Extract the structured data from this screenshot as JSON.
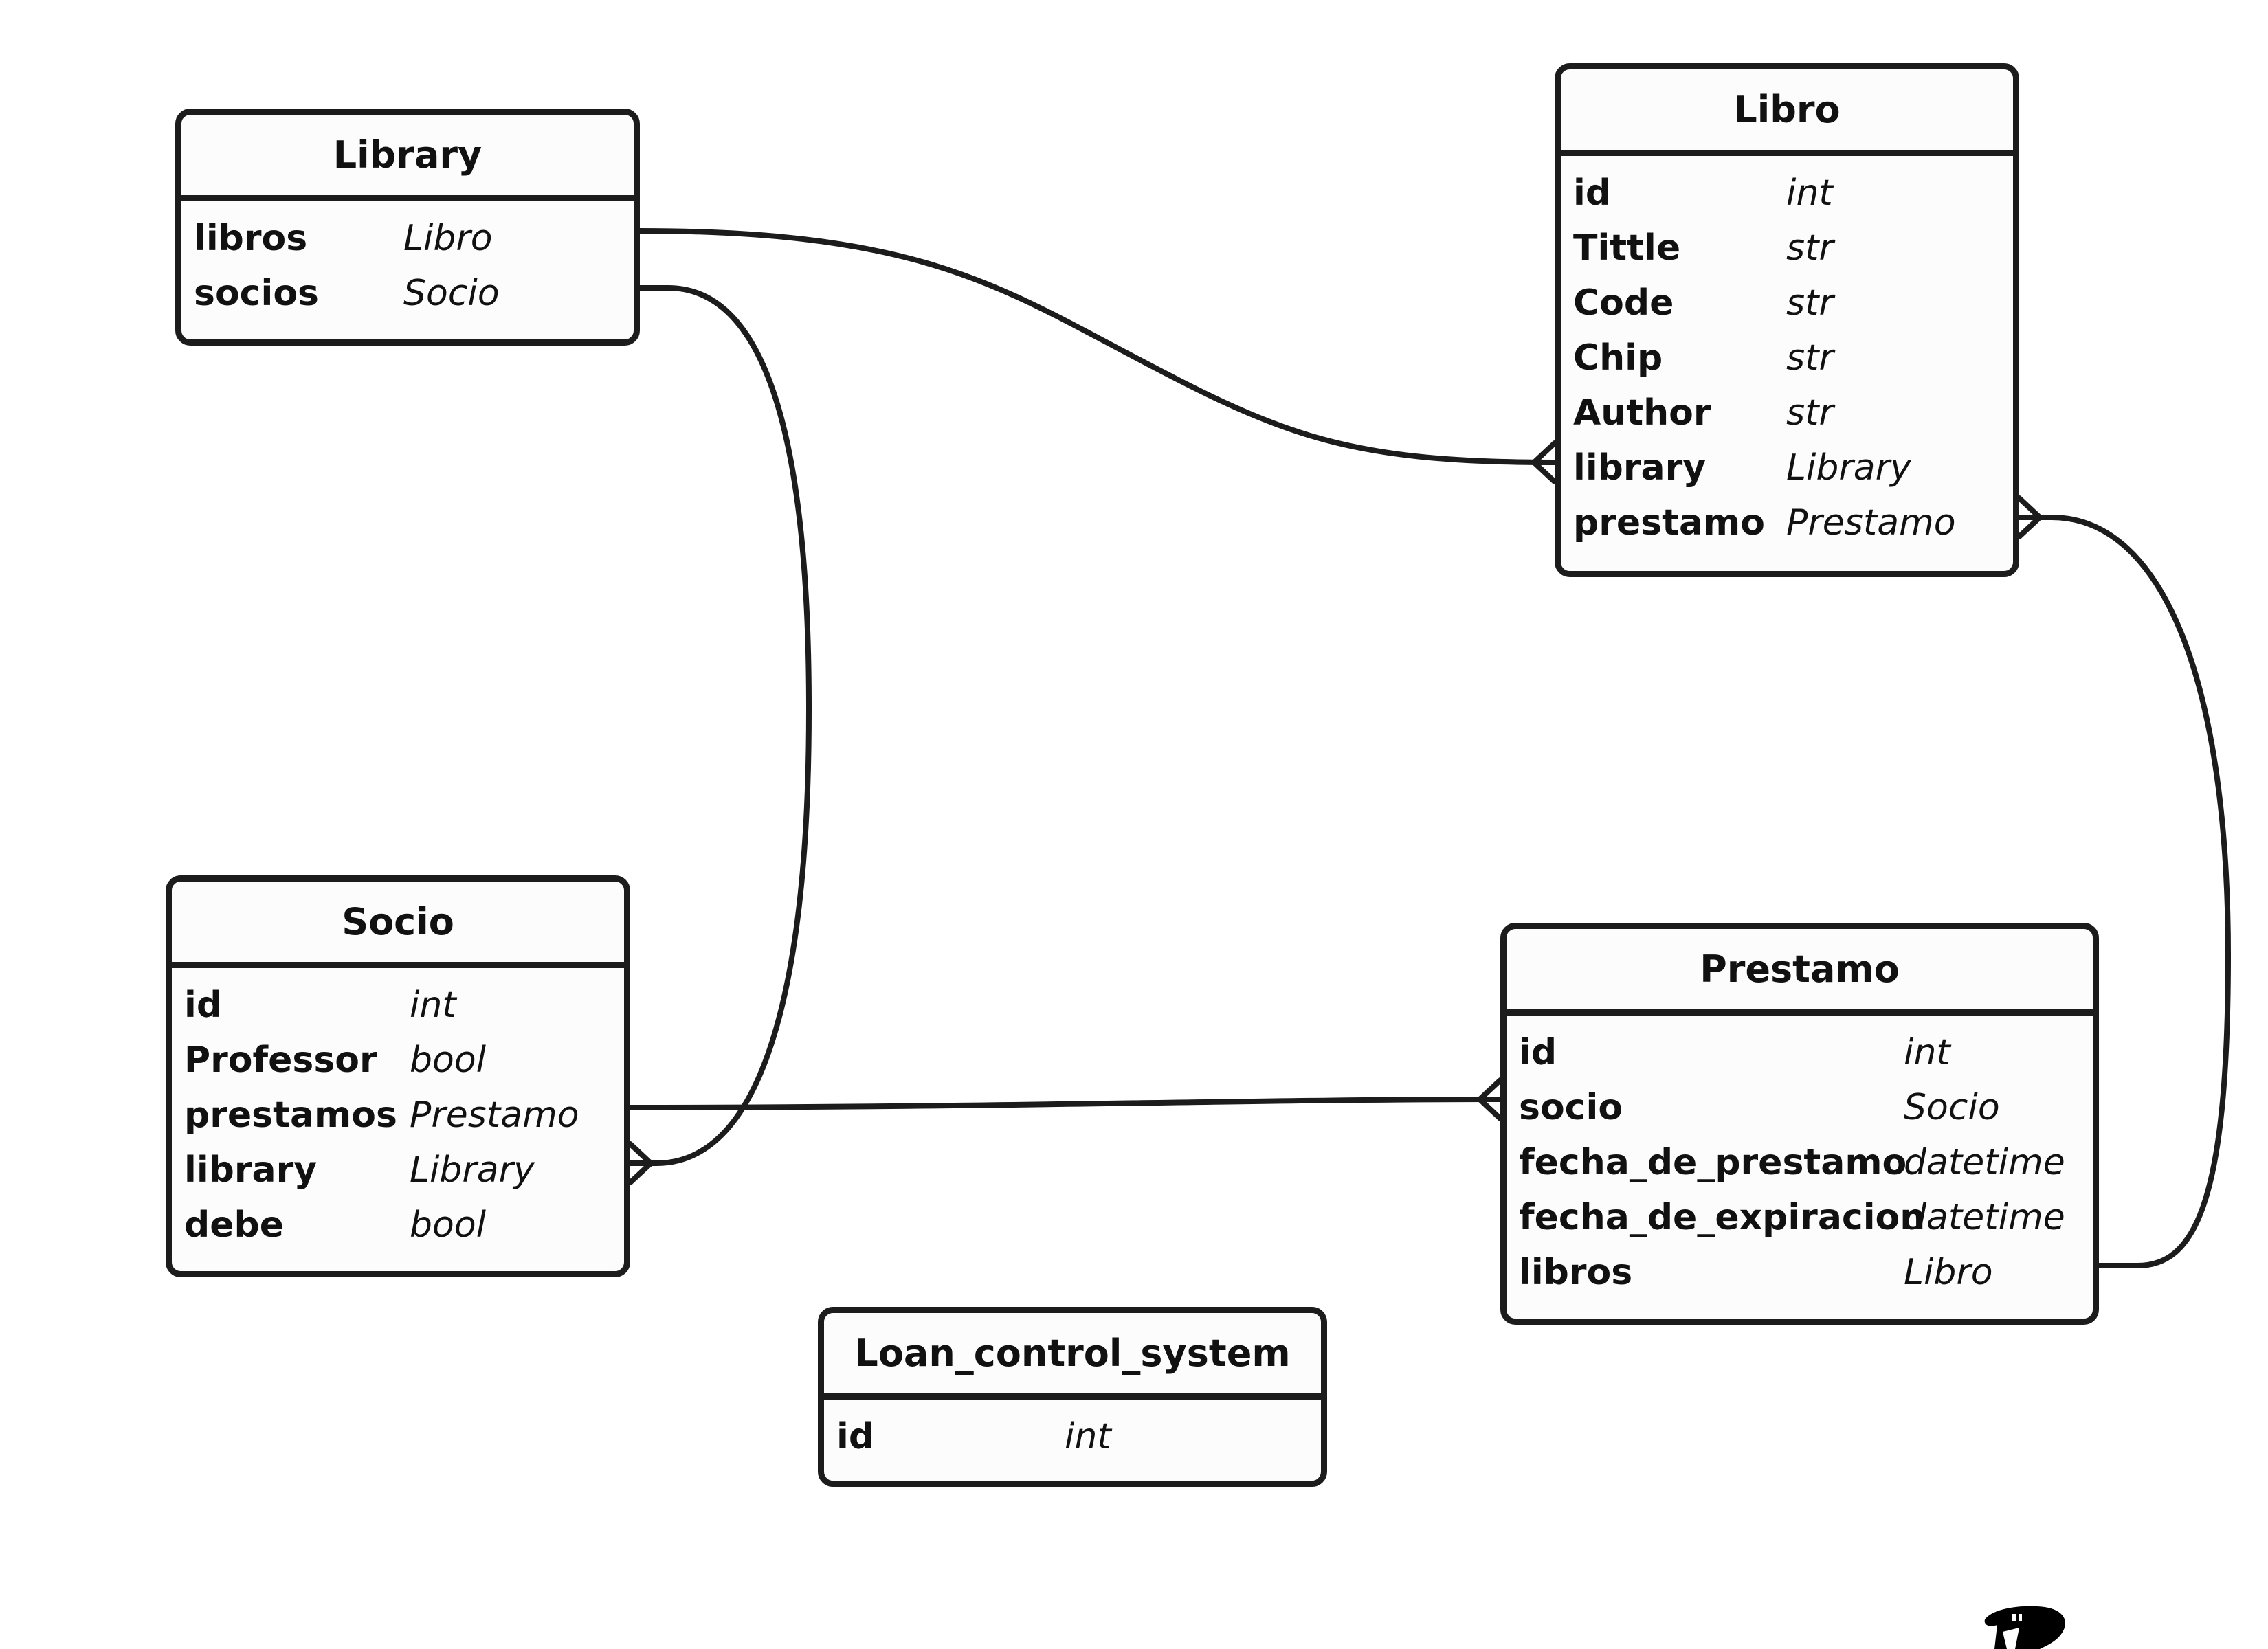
{
  "diagram": {
    "entities": [
      {
        "key": "library",
        "name": "Library",
        "fields": [
          {
            "name": "libros",
            "type": "Libro"
          },
          {
            "name": "socios",
            "type": "Socio"
          }
        ]
      },
      {
        "key": "libro",
        "name": "Libro",
        "fields": [
          {
            "name": "id",
            "type": "int"
          },
          {
            "name": "Tittle",
            "type": "str"
          },
          {
            "name": "Code",
            "type": "str"
          },
          {
            "name": "Chip",
            "type": "str"
          },
          {
            "name": "Author",
            "type": "str"
          },
          {
            "name": "library",
            "type": "Library"
          },
          {
            "name": "prestamo",
            "type": "Prestamo"
          }
        ]
      },
      {
        "key": "socio",
        "name": "Socio",
        "fields": [
          {
            "name": "id",
            "type": "int"
          },
          {
            "name": "Professor",
            "type": "bool"
          },
          {
            "name": "prestamos",
            "type": "Prestamo"
          },
          {
            "name": "library",
            "type": "Library"
          },
          {
            "name": "debe",
            "type": "bool"
          }
        ]
      },
      {
        "key": "prestamo",
        "name": "Prestamo",
        "fields": [
          {
            "name": "id",
            "type": "int"
          },
          {
            "name": "socio",
            "type": "Socio"
          },
          {
            "name": "fecha_de_prestamo",
            "type": "datetime"
          },
          {
            "name": "fecha_de_expiracion",
            "type": "datetime"
          },
          {
            "name": "libros",
            "type": "Libro"
          }
        ]
      },
      {
        "key": "loan",
        "name": "Loan_control_system",
        "fields": [
          {
            "name": "id",
            "type": "int"
          }
        ]
      }
    ],
    "relationships": [
      {
        "from": "Library.libros",
        "to": "Libro.library",
        "many_end": "Libro"
      },
      {
        "from": "Library.socios",
        "to": "Socio.library",
        "many_end": "Socio"
      },
      {
        "from": "Socio.prestamos",
        "to": "Prestamo.socio",
        "many_end": "Prestamo"
      },
      {
        "from": "Prestamo.libros",
        "to": "Libro.prestamo",
        "many_end": "Libro"
      }
    ],
    "colors": {
      "line": "#1c1c1c",
      "box_fill": "#fcfcfc",
      "background": "#ffffff"
    },
    "corner_logo_icon": "pony-logo-icon"
  }
}
